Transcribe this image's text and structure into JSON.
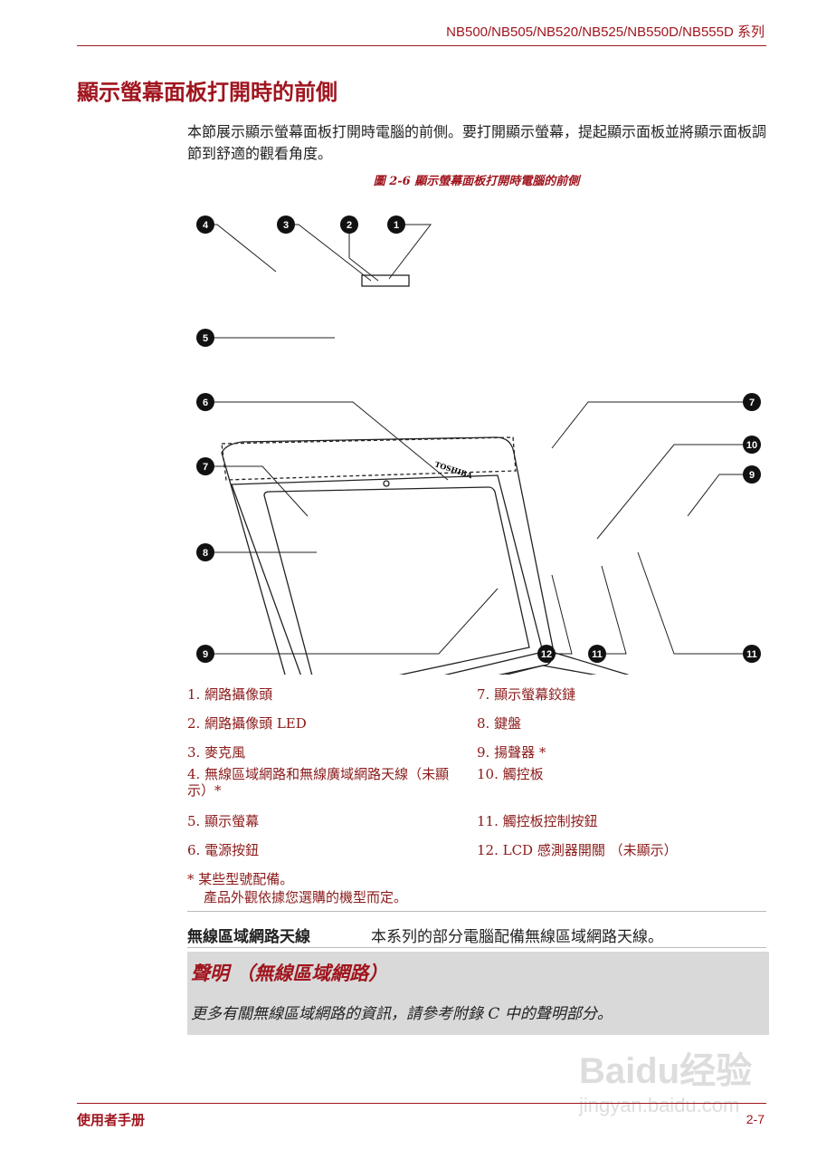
{
  "header": {
    "series": "NB500/NB505/NB520/NB525/NB550D/NB555D 系列"
  },
  "section": {
    "title": "顯示螢幕面板打開時的前側",
    "intro": "本節展示顯示螢幕面板打開時電腦的前側。要打開顯示螢幕，提起顯示面板並將顯示面板調節到舒適的觀看角度。",
    "figure_caption": "圖 2-6 顯示螢幕面板打開時電腦的前側",
    "callouts": [
      "4",
      "3",
      "2",
      "1",
      "5",
      "6",
      "7",
      "7",
      "10",
      "9",
      "8",
      "9",
      "12",
      "11",
      "11"
    ],
    "logo_text": "TOSHIBA"
  },
  "legend": {
    "left": [
      "1. 網路攝像頭",
      "2. 網路攝像頭 LED",
      "3. 麥克風",
      "4. 無線區域網路和無線廣域網路天線（未顯示）*",
      "5. 顯示螢幕",
      "6. 電源按鈕"
    ],
    "right": [
      "7. 顯示螢幕鉸鏈",
      "8. 鍵盤",
      "9. 揚聲器 *",
      "10. 觸控板",
      "11. 觸控板控制按鈕",
      "12. LCD 感測器開關 （未顯示）"
    ],
    "note1": "* 某些型號配備。",
    "note2": "產品外觀依據您選購的機型而定。"
  },
  "term": {
    "name": "無線區域網路天線",
    "desc": "本系列的部分電腦配備無線區域網路天線。"
  },
  "notice": {
    "title": "聲明 （無線區域網路）",
    "text": "更多有關無線區域網路的資訊，請參考附錄 C 中的聲明部分。"
  },
  "footer": {
    "left": "使用者手册",
    "page": "2-7"
  },
  "watermark": {
    "brand": "Baidu经验",
    "url": "jingyan.baidu.com"
  },
  "colors": {
    "accent": "#a0151e",
    "notice_bg": "#d9d9d9"
  }
}
